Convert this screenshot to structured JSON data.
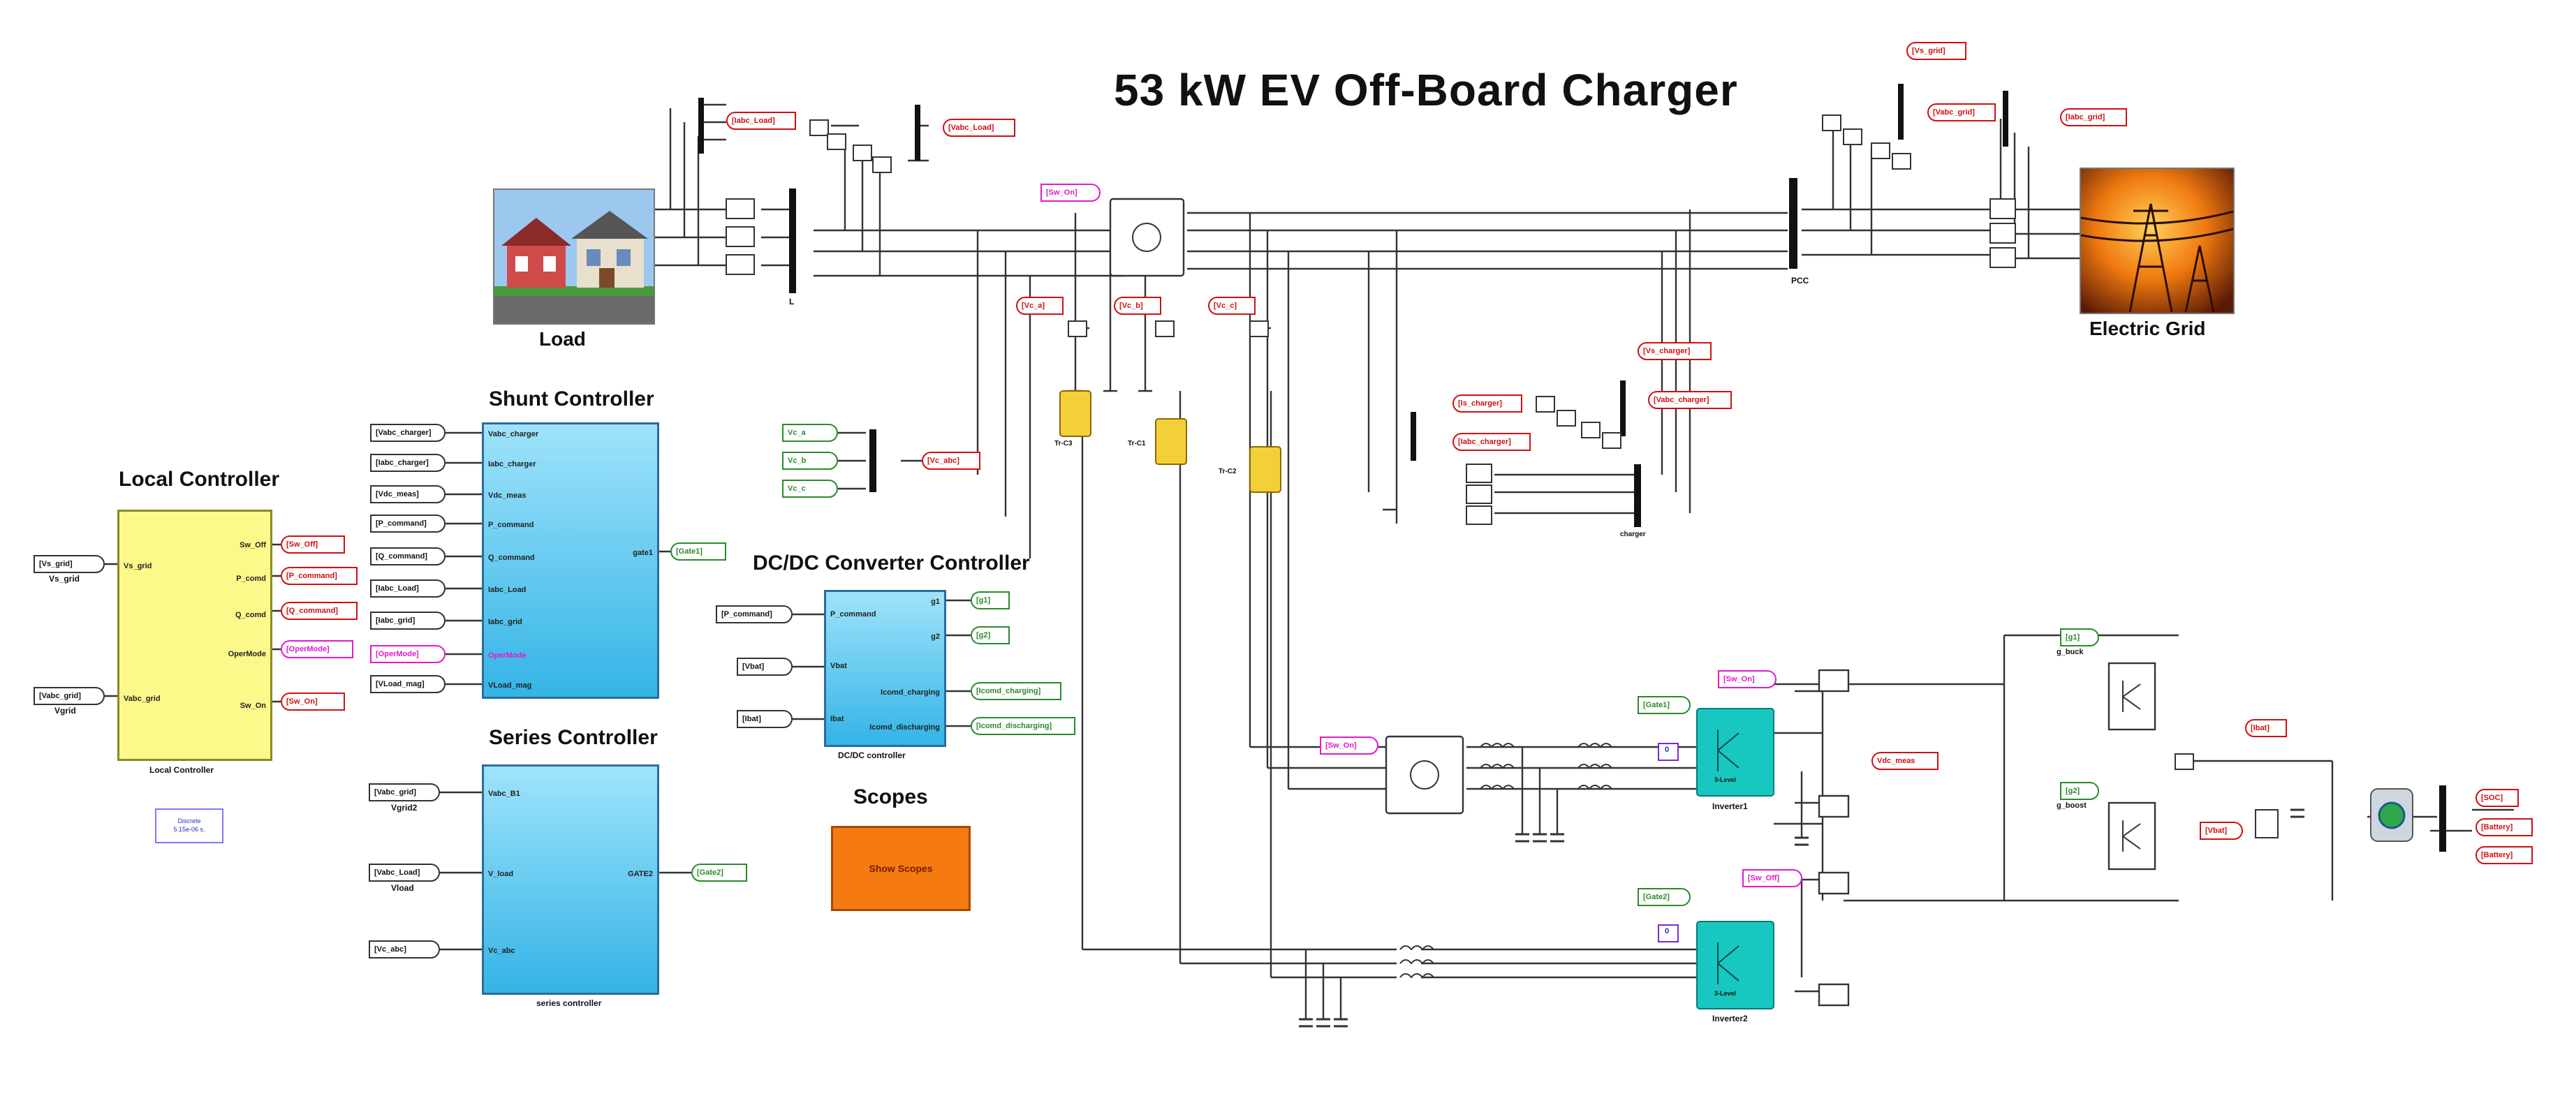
{
  "title": "53 kW  EV Off-Board Charger",
  "images": {
    "load_caption": "Load",
    "grid_caption": "Electric Grid"
  },
  "controllers": {
    "local": {
      "heading": "Local Controller",
      "name_below": "Local Controller",
      "inputs": [
        "Vs_grid",
        "Vabc_grid"
      ],
      "outputs": [
        "Sw_Off",
        "P_comd",
        "Q_comd",
        "OperMode",
        "Sw_On"
      ]
    },
    "shunt": {
      "heading": "Shunt Controller",
      "inputs": [
        "Vabc_charger",
        "Iabc_charger",
        "Vdc_meas",
        "P_command",
        "Q_command",
        "Iabc_Load",
        "Iabc_grid",
        "OperMode",
        "VLoad_mag"
      ],
      "outputs": [
        "gate1"
      ]
    },
    "series": {
      "heading": "Series Controller",
      "name_below": "series controller",
      "inputs": [
        "Vabc_B1",
        "V_load",
        "Vc_abc"
      ],
      "outputs": [
        "GATE2"
      ]
    },
    "dcdc": {
      "heading": "DC/DC Converter Controller",
      "name_below": "DC/DC controller",
      "inputs": [
        "P_command",
        "Vbat",
        "Ibat"
      ],
      "outputs": [
        "g1",
        "g2",
        "Icomd_charging",
        "Icomd_discharging"
      ]
    },
    "scopes": {
      "heading": "Scopes",
      "button": "Show Scopes"
    },
    "discrete": {
      "line1": "Discrete",
      "line2": "5.15e-06 s."
    }
  },
  "tags": {
    "local_in": [
      {
        "text": "[Vs_grid]",
        "sub": "Vs_grid"
      },
      {
        "text": "[Vabc_grid]",
        "sub": "Vgrid"
      }
    ],
    "local_out": [
      "[Sw_Off]",
      "[P_command]",
      "[Q_command]",
      "[OperMode]",
      "[Sw_On]"
    ],
    "shunt_in": [
      "[Vabc_charger]",
      "[Iabc_charger]",
      "[Vdc_meas]",
      "[P_command]",
      "[Q_command]",
      "[Iabc_Load]",
      "[Iabc_grid]",
      "[OperMode]",
      "[VLoad_mag]"
    ],
    "shunt_out": "[Gate1]",
    "series_in": [
      {
        "text": "[Vabc_grid]",
        "sub": "Vgrid2"
      },
      {
        "text": "[Vabc_Load]",
        "sub": "Vload"
      },
      {
        "text": "[Vc_abc]",
        "sub": ""
      }
    ],
    "series_out": "[Gate2]",
    "dcdc_in": [
      "[P_command]",
      "[Vbat]",
      "[Ibat]"
    ],
    "dcdc_out": [
      "[g1]",
      "[g2]",
      "[Icomd_charging]",
      "[Icomd_discharging]"
    ],
    "vc_in": [
      "Vc_a",
      "Vc_b",
      "Vc_c"
    ],
    "vc_out": "[Vc_abc]",
    "top": {
      "iabc_load": "[Iabc_Load]",
      "vabc_load": "[Vabc_Load]",
      "sw_on": "[Sw_On]",
      "vs_grid": "[Vs_grid]",
      "vabc_grid": "[Vabc_grid]",
      "iabc_grid": "[Iabc_grid]",
      "vc_a": "[Vc_a]",
      "vc_b": "[Vc_b]",
      "vc_c": "[Vc_c]"
    },
    "charger": {
      "vs_charger": "[Vs_charger]",
      "vabc_charger": "[Vabc_charger]",
      "is_charger": "[Is_charger]",
      "iabc_charger": "[Iabc_charger]"
    },
    "dc": {
      "sw_on1": "[Sw_On]",
      "sw_on2": "[Sw_On]",
      "sw_off": "[Sw_Off]",
      "gate1": "[Gate1]",
      "gate2": "[Gate2]",
      "vdc_meas": "Vdc_meas",
      "g1": "[g1]",
      "g2": "[g2]",
      "ibat": "[Ibat]",
      "vbat": "[Vbat]",
      "soc": "[SOC]",
      "battery1": "[Battery]",
      "battery2": "[Battery]"
    }
  },
  "labels": {
    "pcc": "PCC",
    "charger": "charger",
    "l": "L",
    "tr_c3": "Tr-C3",
    "tr_c1": "Tr-C1",
    "tr_c2": "Tr-C2",
    "inverter1": "Inverter1",
    "inverter2": "Inverter2",
    "g_buck": "g_buck",
    "g_boost": "g_boost",
    "gbuck_in": "[g1]",
    "gboost_in": "[g2]",
    "const0a": "0",
    "const0b": "0",
    "vlvl": "3-Level",
    "vlvl2": "3-Level"
  },
  "colors": {
    "local": "#fbf98a",
    "blue": "#34b4e6",
    "orange": "#f57a12",
    "teal": "#17c7c0",
    "transformer": "#f3d03a",
    "goto_red": "#d01010",
    "from_green": "#2a8a2a",
    "magenta": "#e01ad0"
  }
}
